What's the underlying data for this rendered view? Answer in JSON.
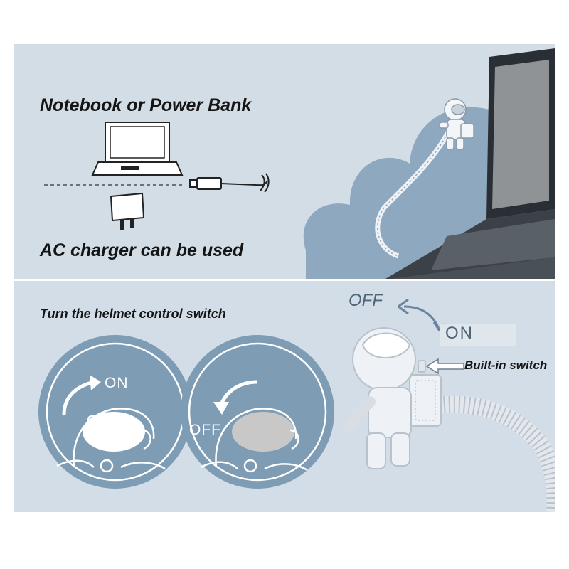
{
  "top": {
    "power_title": "Notebook  or Power Bank",
    "ac_title": "AC charger can be used"
  },
  "bottom": {
    "helmet_title": "Turn the helmet control switch",
    "off_label": "OFF",
    "on_label": "ON",
    "builtin_label": "Built-in switch",
    "circle_on_label": "ON",
    "circle_off_label": "OFF"
  },
  "colors": {
    "panel_bg": "#d3dde6",
    "cloud": "#8ea8bf",
    "circle_fill": "#7f9cb5",
    "line_art": "#ffffff",
    "text_dark": "#151515",
    "accent_text": "#4f6678"
  },
  "icons": [
    "laptop-icon",
    "ac-charger-icon",
    "usb-cable-icon",
    "astronaut-lamp-icon",
    "rotate-arrow-icon"
  ]
}
